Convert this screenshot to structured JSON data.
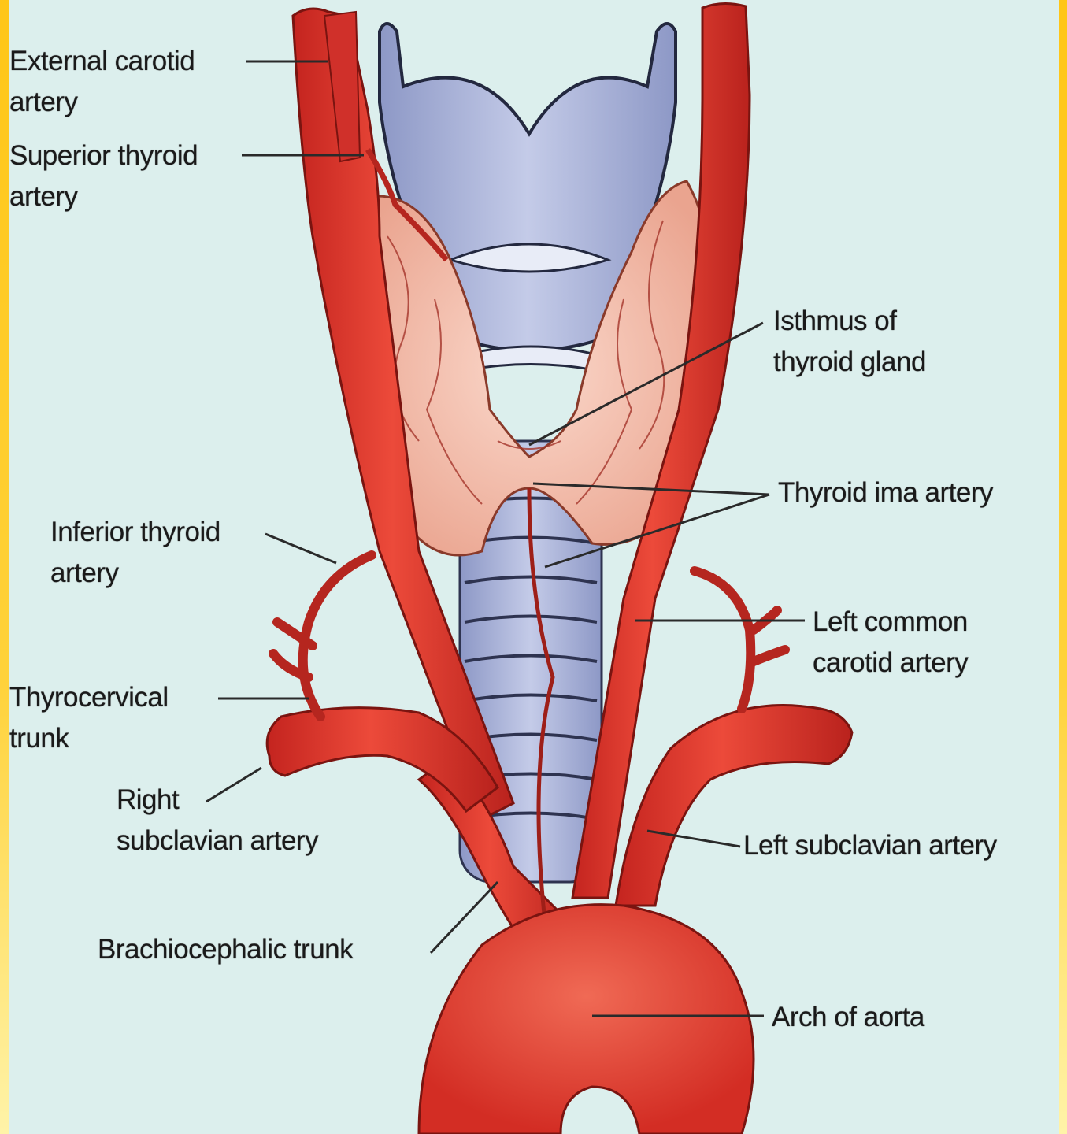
{
  "colors": {
    "frame": "#ffc617",
    "background": "#dcefed",
    "artery": "#e0352a",
    "artery_dark": "#a61d1a",
    "cartilage": "#a9b3d8",
    "thyroid": "#f4c3b2",
    "leader_line": "#2a2a2a"
  },
  "labels": {
    "external_carotid": {
      "line1": "External carotid",
      "line2": "artery"
    },
    "superior_thyroid": {
      "line1": "Superior thyroid",
      "line2": "artery"
    },
    "isthmus": {
      "line1": "Isthmus of",
      "line2": "thyroid gland"
    },
    "thyroid_ima": {
      "line1": "Thyroid ima artery"
    },
    "inferior_thyroid": {
      "line1": "Inferior thyroid",
      "line2": "artery"
    },
    "left_common_carotid": {
      "line1": "Left common",
      "line2": "carotid artery"
    },
    "thyrocervical": {
      "line1": "Thyrocervical",
      "line2": "trunk"
    },
    "right_subclavian": {
      "line1": "Right",
      "line2": "subclavian artery"
    },
    "left_subclavian": {
      "line1": "Left subclavian artery"
    },
    "brachiocephalic": {
      "line1": "Brachiocephalic trunk"
    },
    "arch_of_aorta": {
      "line1": "Arch of aorta"
    }
  }
}
